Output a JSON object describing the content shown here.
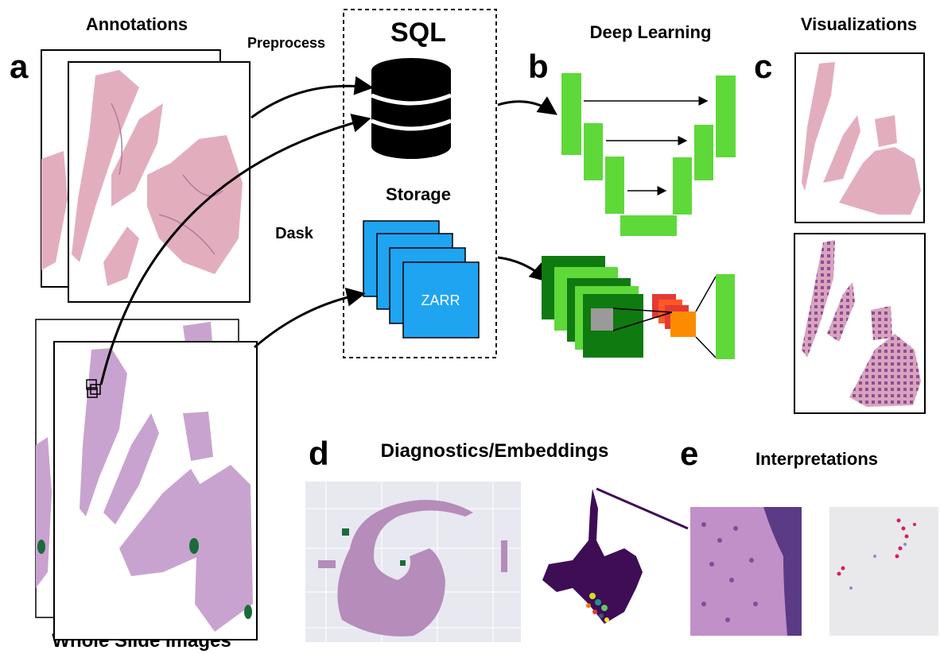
{
  "panels": {
    "a": "a",
    "b": "b",
    "c": "c",
    "d": "d",
    "e": "e"
  },
  "labels": {
    "annotations": "Annotations",
    "preprocess": "Preprocess",
    "sql": "SQL",
    "storage": "Storage",
    "dask": "Dask",
    "zarr": "ZARR",
    "deep_learning": "Deep Learning",
    "visualizations": "Visualizations",
    "diagnostics": "Diagnostics/Embeddings",
    "interpretations": "Interpretations",
    "whole_slide_images": "Whole Slide Images"
  },
  "icons": {
    "database": "database-icon",
    "zarr_stack": "zarr-stack-icon",
    "unet": "unet-architecture-icon",
    "cnn": "cnn-architecture-icon"
  },
  "colors": {
    "tissue": "#e2aebd",
    "tissue_dark": "#b67aa0",
    "wsi_tissue": "#c9a3cf",
    "green_light": "#5fd83a",
    "green_dark": "#0f7a0f",
    "zarr_blue": "#1fa4f2",
    "orange": "#fb8c00",
    "red": "#e53935",
    "embed_purple": "#3f0c56"
  }
}
